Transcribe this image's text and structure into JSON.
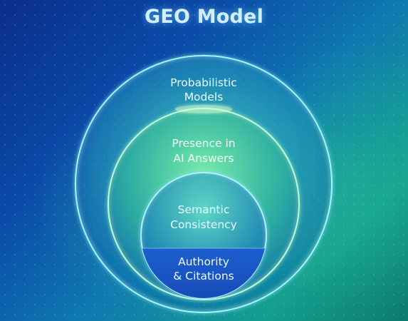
{
  "title": "GEO Model",
  "layers": [
    {
      "line1": "Probabilistic",
      "line2": "Models"
    },
    {
      "line1": "Presence in",
      "line2": "AI Answers"
    },
    {
      "line1": "Semantic",
      "line2": "Consistency"
    },
    {
      "line1": "Authority",
      "line2": "& Citations"
    }
  ],
  "colors": {
    "background_start": "#0a2f8a",
    "background_end": "#149e8e",
    "ring_glow": "#8ff5c8",
    "base_band": "#1a4fc4",
    "title_text": "#cfefff"
  }
}
